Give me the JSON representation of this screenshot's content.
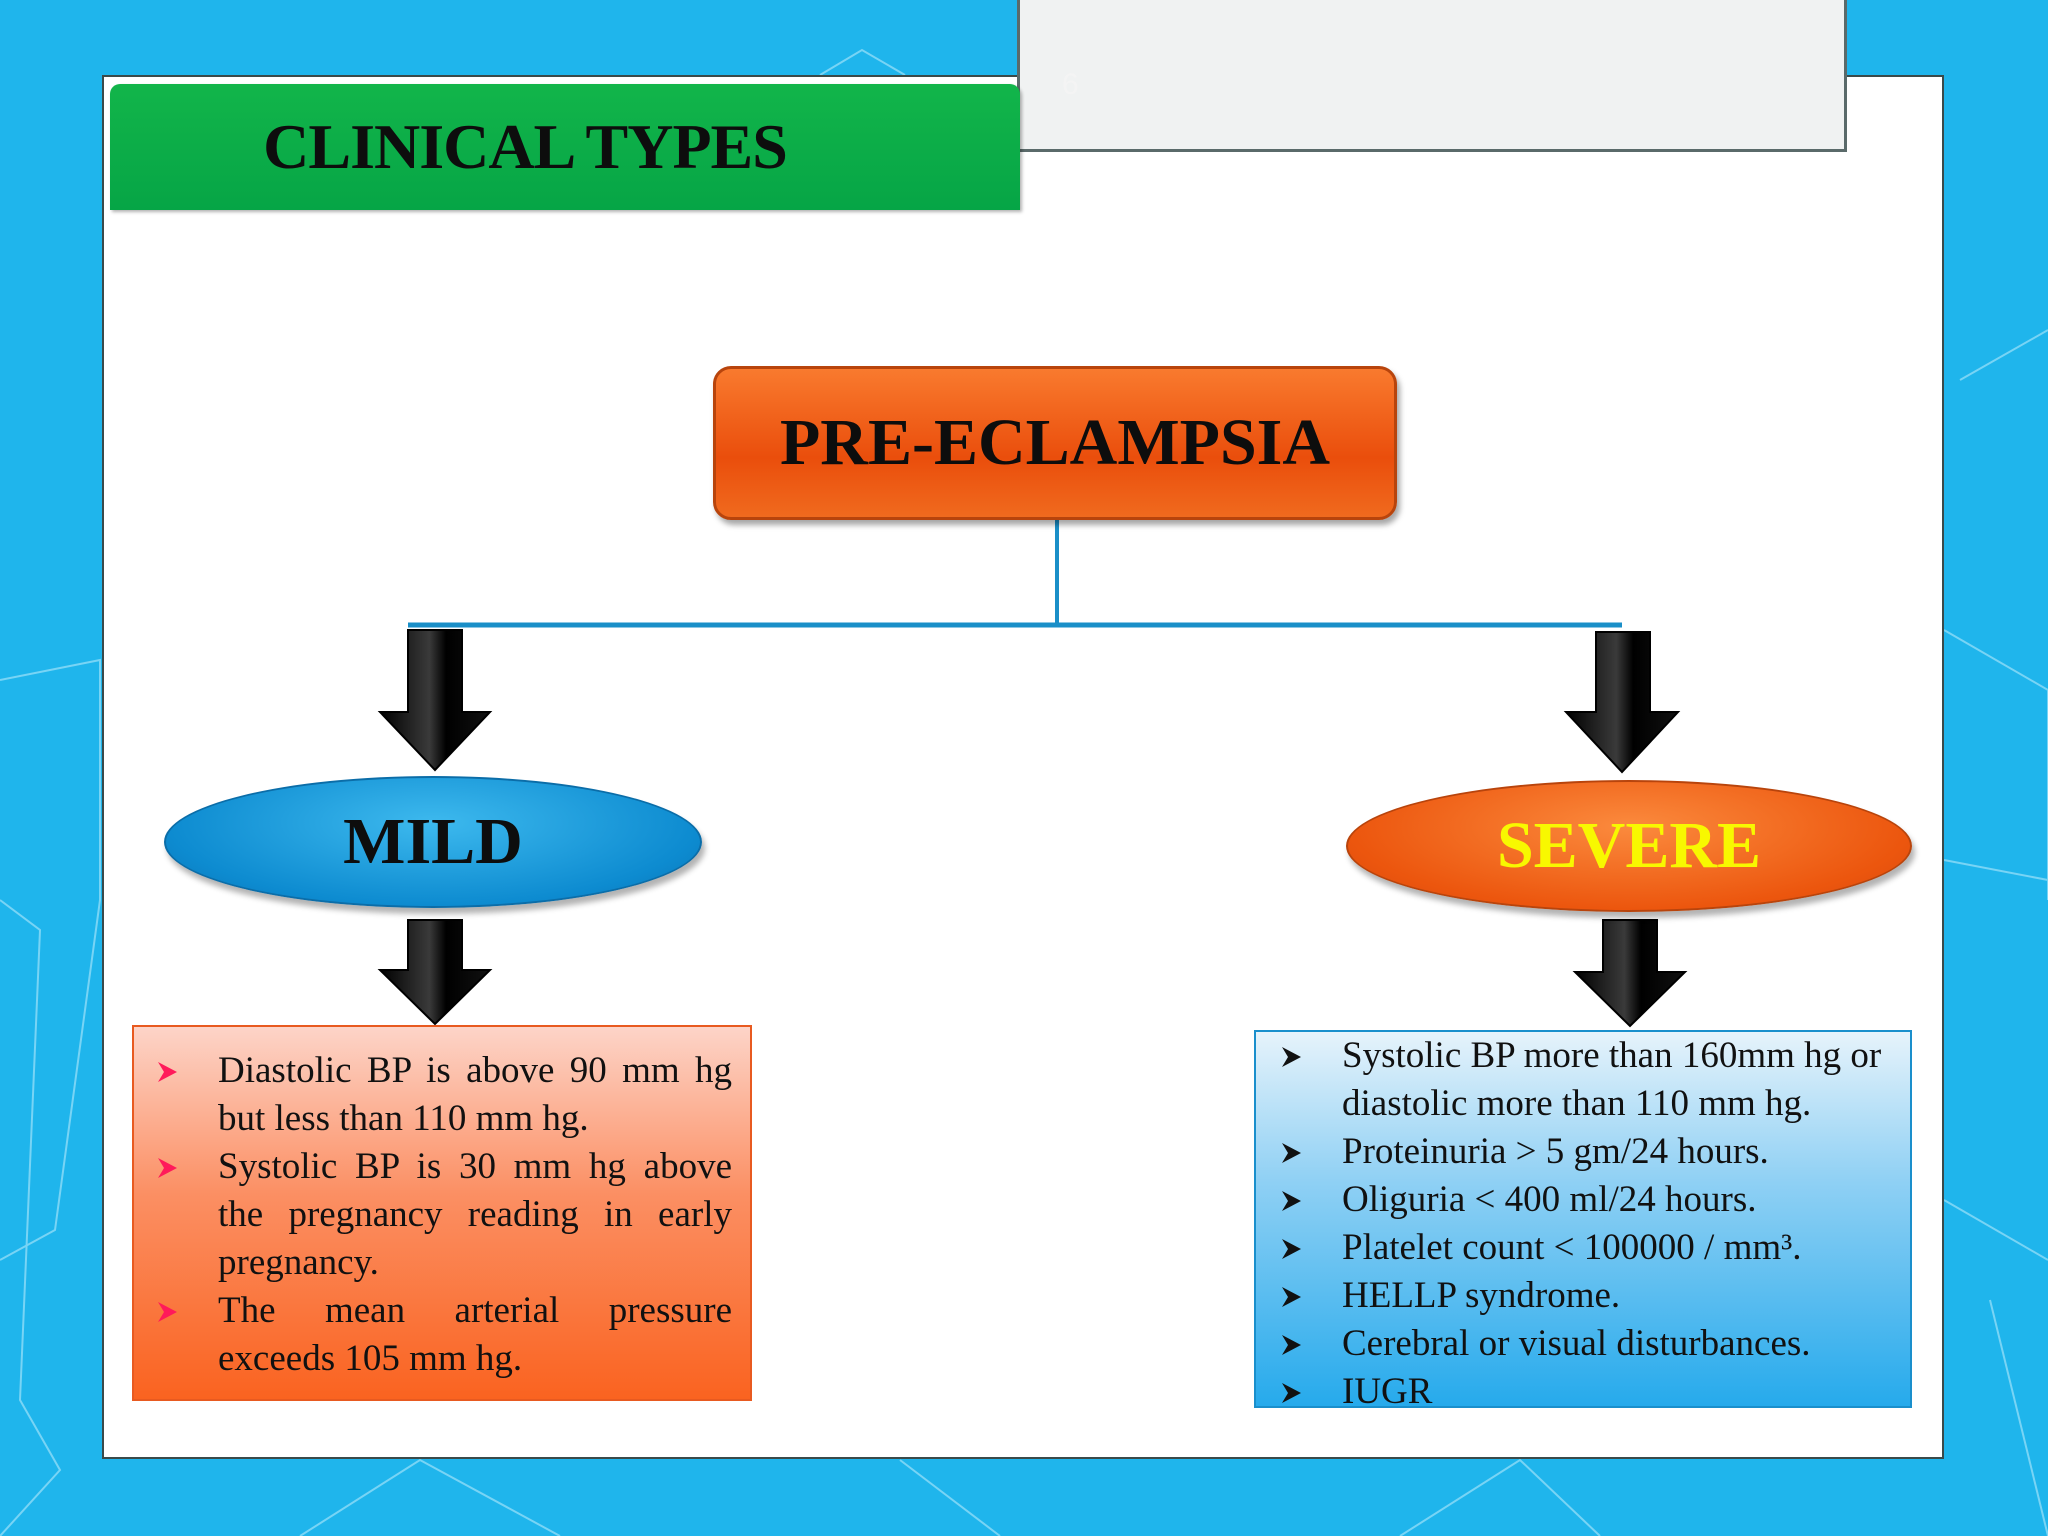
{
  "title": "CLINICAL TYPES",
  "page_number": "6",
  "root": {
    "label": "PRE-ECLAMPSIA"
  },
  "branches": [
    {
      "label": "MILD",
      "items": [
        "Diastolic BP is above 90 mm hg but less than 110 mm hg.",
        "Systolic BP is 30 mm hg above the pregnancy reading in early pregnancy.",
        "The mean arterial pressure exceeds 105 mm hg."
      ]
    },
    {
      "label": "SEVERE",
      "items": [
        "Systolic BP more than 160mm hg or diastolic more than 110 mm hg.",
        "Proteinuria > 5 gm/24 hours.",
        "Oliguria < 400 ml/24 hours.",
        "Platelet count < 100000 / mm³.",
        "HELLP syndrome.",
        "Cerebral or visual disturbances.",
        "IUGR"
      ]
    }
  ],
  "colors": {
    "background": "#1fb5ec",
    "title_banner": "#06a546",
    "root_box": "#ea4e0c",
    "mild": "#0d8bd0",
    "severe": "#ec560e",
    "severe_text": "#f8f800",
    "mild_bullet": "#ff1a5a",
    "severe_bullet": "#111111"
  }
}
